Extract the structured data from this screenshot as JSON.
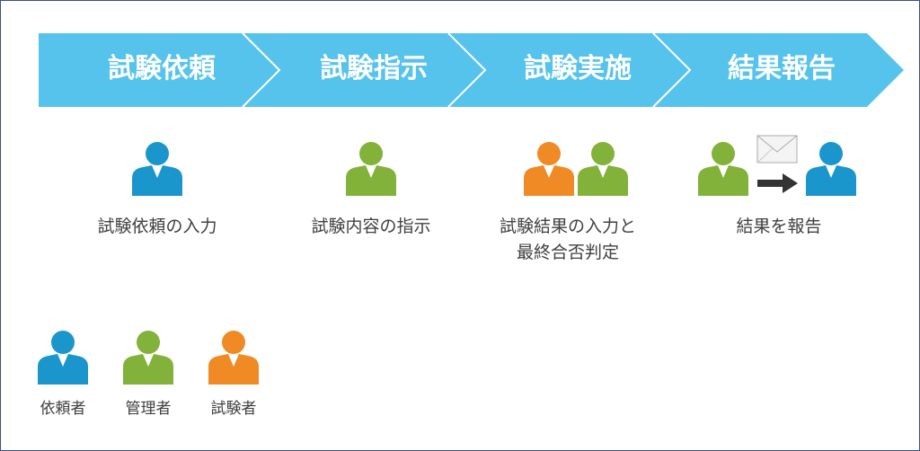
{
  "steps": [
    {
      "label": "試験依頼",
      "description": "試験依頼の入力"
    },
    {
      "label": "試験指示",
      "description": "試験内容の指示"
    },
    {
      "label": "試験実施",
      "description_line1": "試験結果の入力と",
      "description_line2": "最終合否判定"
    },
    {
      "label": "結果報告",
      "description": "結果を報告"
    }
  ],
  "legend": [
    {
      "label": "依頼者",
      "color": "#1a96cc"
    },
    {
      "label": "管理者",
      "color": "#82b23a"
    },
    {
      "label": "試験者",
      "color": "#f08a24"
    }
  ],
  "colors": {
    "band": "#56c3ec",
    "requester": "#1a96cc",
    "manager": "#82b23a",
    "tester": "#f08a24"
  }
}
